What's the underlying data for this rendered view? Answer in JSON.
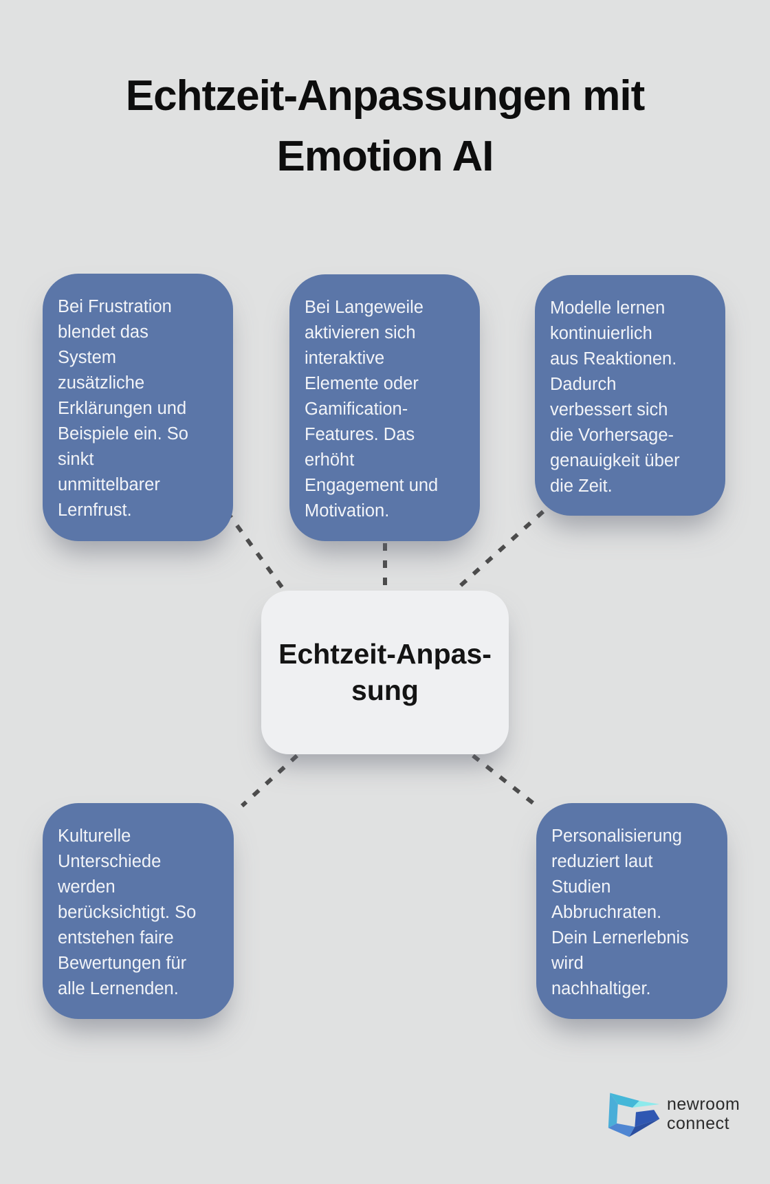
{
  "title": {
    "line1": "Echtzeit-Anpassungen mit",
    "line2": "Emotion AI"
  },
  "center": {
    "label": "Echtzeit-Anpas-\nsung"
  },
  "nodes": [
    {
      "id": "frustration",
      "text": "Bei Frustration\nblendet das\nSystem\nzusätzliche\nErklärungen und\nBeispiele ein. So\nsinkt\nunmittelbarer\nLernfrust."
    },
    {
      "id": "langeweile",
      "text": "Bei Langeweile\naktivieren sich\ninteraktive\nElemente oder\nGamification-\nFeatures. Das\nerhöht\nEngagement und\nMotivation."
    },
    {
      "id": "modelle",
      "text": "Modelle lernen\nkontinuierlich\naus Reaktionen.\nDadurch\nverbessert sich\ndie Vorhersage-\ngenauigkeit über\ndie Zeit."
    },
    {
      "id": "kulturell",
      "text": "Kulturelle\nUnterschiede\nwerden\nberücksichtigt. So\nentstehen faire\nBewertungen für\nalle Lernenden."
    },
    {
      "id": "personalisierung",
      "text": "Personalisierung\nreduziert laut\nStudien\nAbbruchraten.\nDein Lernerlebnis\nwird\nnachhaltiger."
    }
  ],
  "logo": {
    "line1": "newroom",
    "line2": "connect"
  },
  "colors": {
    "background": "#e0e1e1",
    "node_fill": "#5b76a8",
    "node_text": "#f2f4f8",
    "center_fill": "#eff0f2",
    "center_text": "#141414",
    "connector": "#4c4c4c",
    "title_text": "#0d0d0d",
    "logo_text": "#2b2b2b",
    "logo_teal": "#45b7d8",
    "logo_cyan": "#8deaec",
    "logo_blue": "#4f86d2",
    "logo_navy": "#2c4fa0"
  }
}
